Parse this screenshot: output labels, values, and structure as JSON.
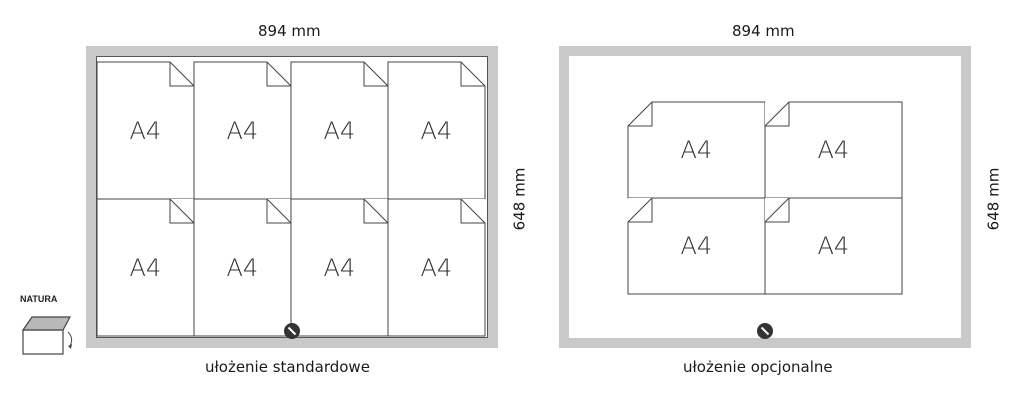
{
  "left_panel": {
    "width_label": "894 mm",
    "height_label": "648 mm",
    "caption": "ułożenie standardowe",
    "sheets": [
      "A4",
      "A4",
      "A4",
      "A4",
      "A4",
      "A4",
      "A4",
      "A4"
    ]
  },
  "right_panel": {
    "width_label": "894 mm",
    "height_label": "648 mm",
    "caption": "ułożenie opcjonalne",
    "sheets": [
      "A4",
      "A4",
      "A4",
      "A4"
    ]
  },
  "badge": {
    "label": "NATURA",
    "icon": "frame-open-icon"
  },
  "colors": {
    "frame": "#c9c9c9",
    "line": "#444444",
    "lock": "#333333"
  }
}
